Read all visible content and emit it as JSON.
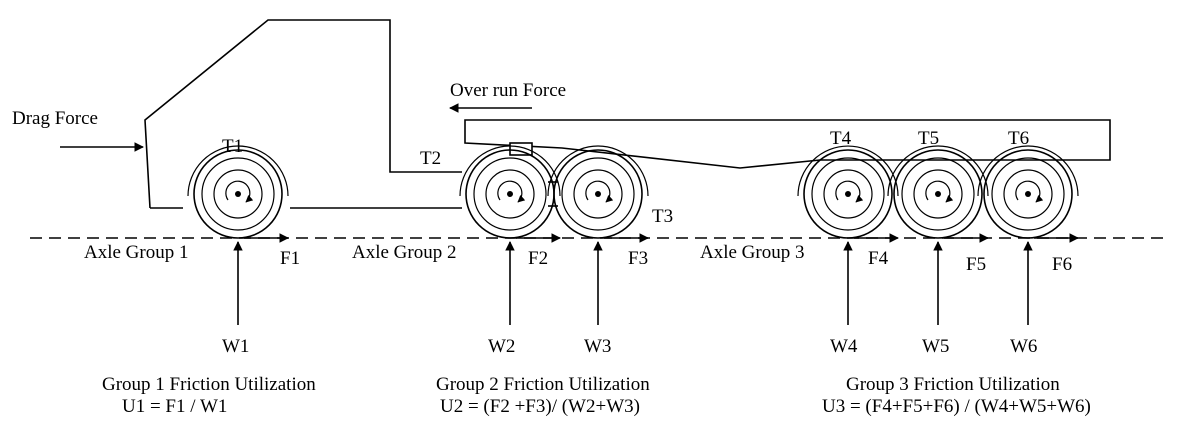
{
  "forces": {
    "drag": "Drag Force",
    "overrun": "Over run Force"
  },
  "tires": {
    "t1": "T1",
    "t2": "T2",
    "t3": "T3",
    "t4": "T4",
    "t5": "T5",
    "t6": "T6"
  },
  "groups": {
    "g1": "Axle Group 1",
    "g2": "Axle Group 2",
    "g3": "Axle Group 3"
  },
  "friction": {
    "f1": "F1",
    "f2": "F2",
    "f3": "F3",
    "f4": "F4",
    "f5": "F5",
    "f6": "F6"
  },
  "weights": {
    "w1": "W1",
    "w2": "W2",
    "w3": "W3",
    "w4": "W4",
    "w5": "W5",
    "w6": "W6"
  },
  "captions": {
    "g1_title": "Group 1 Friction Utilization",
    "g1_formula": "U1 = F1 / W1",
    "g2_title": "Group 2 Friction Utilization",
    "g2_formula": "U2 = (F2 +F3)/ (W2+W3)",
    "g3_title": "Group 3 Friction Utilization",
    "g3_formula": "U3 = (F4+F5+F6) / (W4+W5+W6)"
  }
}
